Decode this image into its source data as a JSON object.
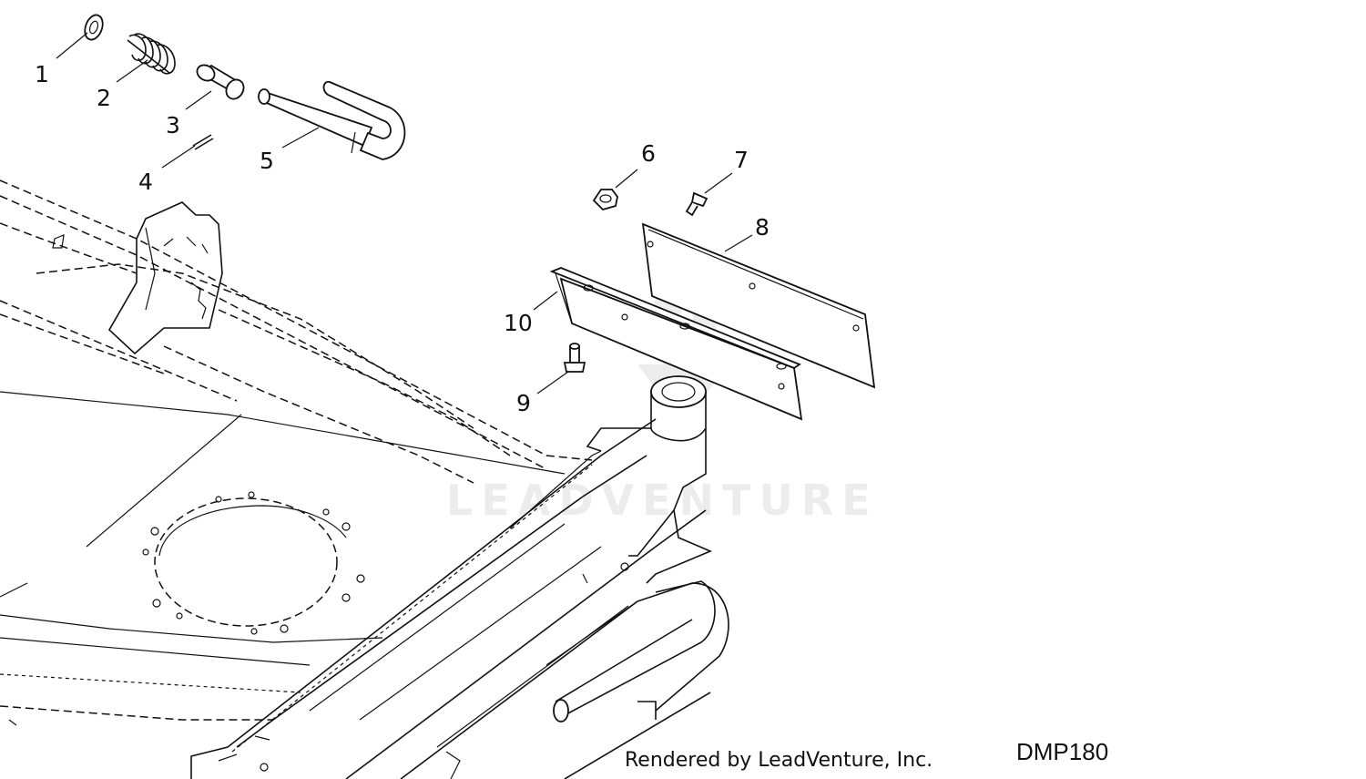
{
  "diagram": {
    "callouts": [
      {
        "id": "1",
        "label": "1"
      },
      {
        "id": "2",
        "label": "2"
      },
      {
        "id": "3",
        "label": "3"
      },
      {
        "id": "4",
        "label": "4"
      },
      {
        "id": "5",
        "label": "5"
      },
      {
        "id": "6",
        "label": "6"
      },
      {
        "id": "7",
        "label": "7"
      },
      {
        "id": "8",
        "label": "8"
      },
      {
        "id": "9",
        "label": "9"
      },
      {
        "id": "10",
        "label": "10"
      }
    ],
    "watermark": "LEADVENTURE",
    "credit": "Rendered by LeadVenture, Inc.",
    "figure_id": "DMP180"
  },
  "colors": {
    "ink": "#111111",
    "background": "#ffffff",
    "watermark": "#e6e6e6"
  }
}
